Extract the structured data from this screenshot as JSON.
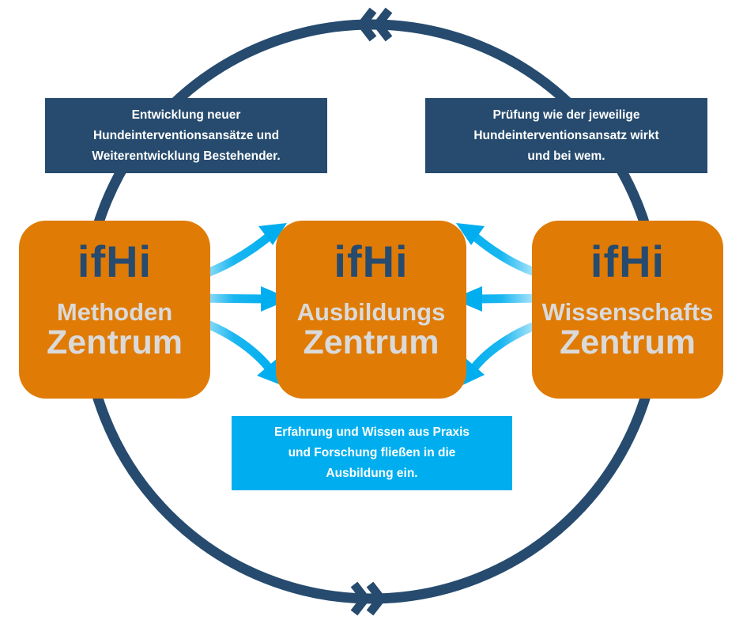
{
  "notes": {
    "development": {
      "lines": [
        "Entwicklung neuer",
        "Hundeinterventionsansätze und",
        "Weiterentwicklung Bestehender."
      ]
    },
    "testing": {
      "lines": [
        "Prüfung wie der jeweilige",
        "Hundeinterventionsansatz wirkt",
        "und bei wem."
      ]
    },
    "knowledge": {
      "lines": [
        "Erfahrung und Wissen aus Praxis",
        "und Forschung fließen in die",
        "Ausbildung ein."
      ]
    }
  },
  "centers": [
    {
      "brand": "ifHi",
      "name": "Methoden",
      "suffix": "Zentrum"
    },
    {
      "brand": "ifHi",
      "name": "Ausbildungs",
      "suffix": "Zentrum"
    },
    {
      "brand": "ifHi",
      "name": "Wissenschafts",
      "suffix": "Zentrum"
    }
  ],
  "colors": {
    "navy": "#264b6e",
    "orange": "#e07b06",
    "sky": "#00aeef",
    "label_gray": "#dadada"
  }
}
